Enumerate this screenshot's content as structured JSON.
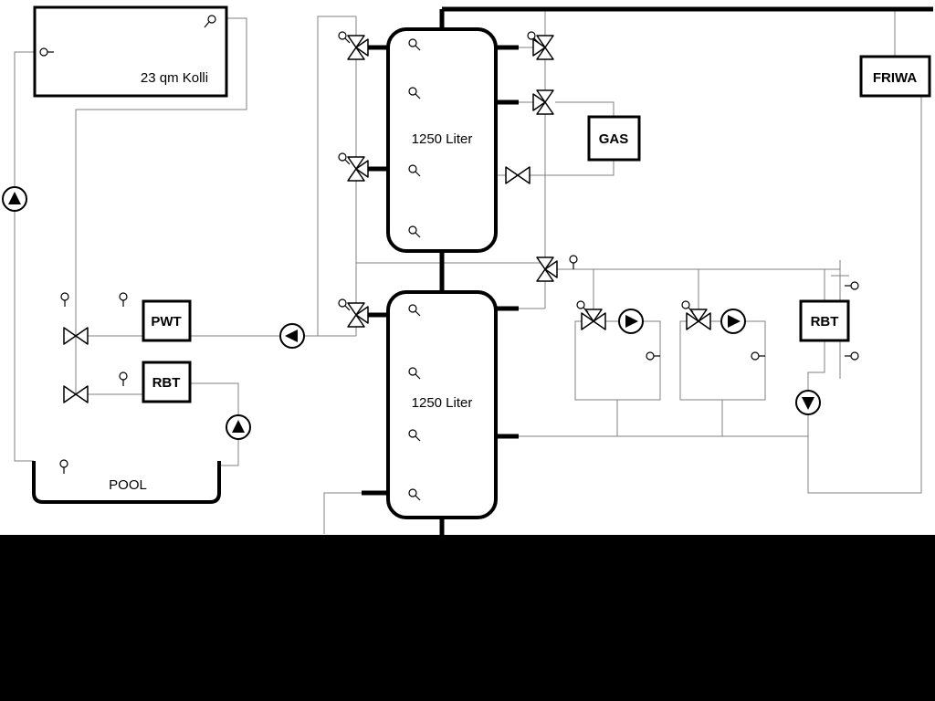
{
  "diagram": {
    "colors": {
      "background": "#ffffff",
      "pipe": "#808080",
      "component_line": "#000000",
      "mask": "#000000"
    },
    "components": {
      "solar_collector": {
        "label": "23 qm Kolli"
      },
      "buffer_tank_top": {
        "label": "1250 Liter"
      },
      "buffer_tank_bottom": {
        "label": "1250 Liter"
      },
      "gas_boiler": {
        "label": "GAS"
      },
      "fresh_water_station": {
        "label": "FRIWA"
      },
      "plate_heat_exchanger": {
        "label": "PWT"
      },
      "heat_exchanger_left": {
        "label": "RBT"
      },
      "heat_exchanger_right": {
        "label": "RBT"
      },
      "pool": {
        "label": "POOL"
      }
    }
  }
}
